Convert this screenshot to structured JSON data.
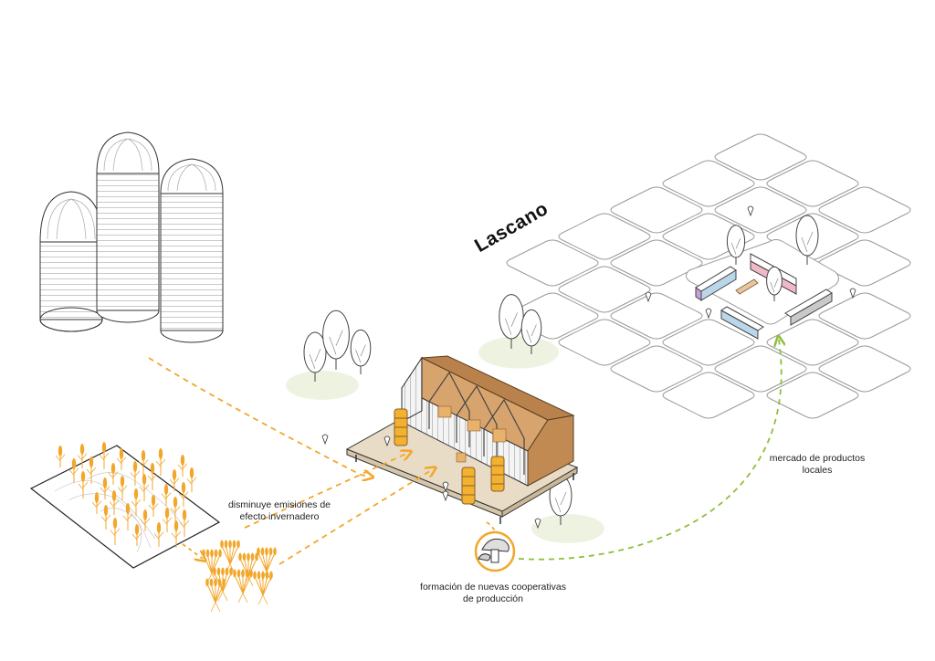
{
  "town": {
    "name": "Lascano"
  },
  "labels": {
    "emissions": [
      "disminuye emisiones de",
      "efecto invernadero"
    ],
    "market": [
      "mercado de productos",
      "locales"
    ],
    "cooperatives": [
      "formación de nuevas cooperativas",
      "de producción"
    ]
  },
  "colors": {
    "flow_orange": "#f2a72b",
    "flow_green": "#8fbf3a",
    "tree_fill": "#eef3e1",
    "wood": "#b9824c",
    "platform": "#e9dcc6"
  },
  "icons": [
    "silo-icon",
    "wheat-field-icon",
    "wheat-sheaf-icon",
    "mushroom-icon",
    "tree-icon",
    "pin-icon"
  ]
}
